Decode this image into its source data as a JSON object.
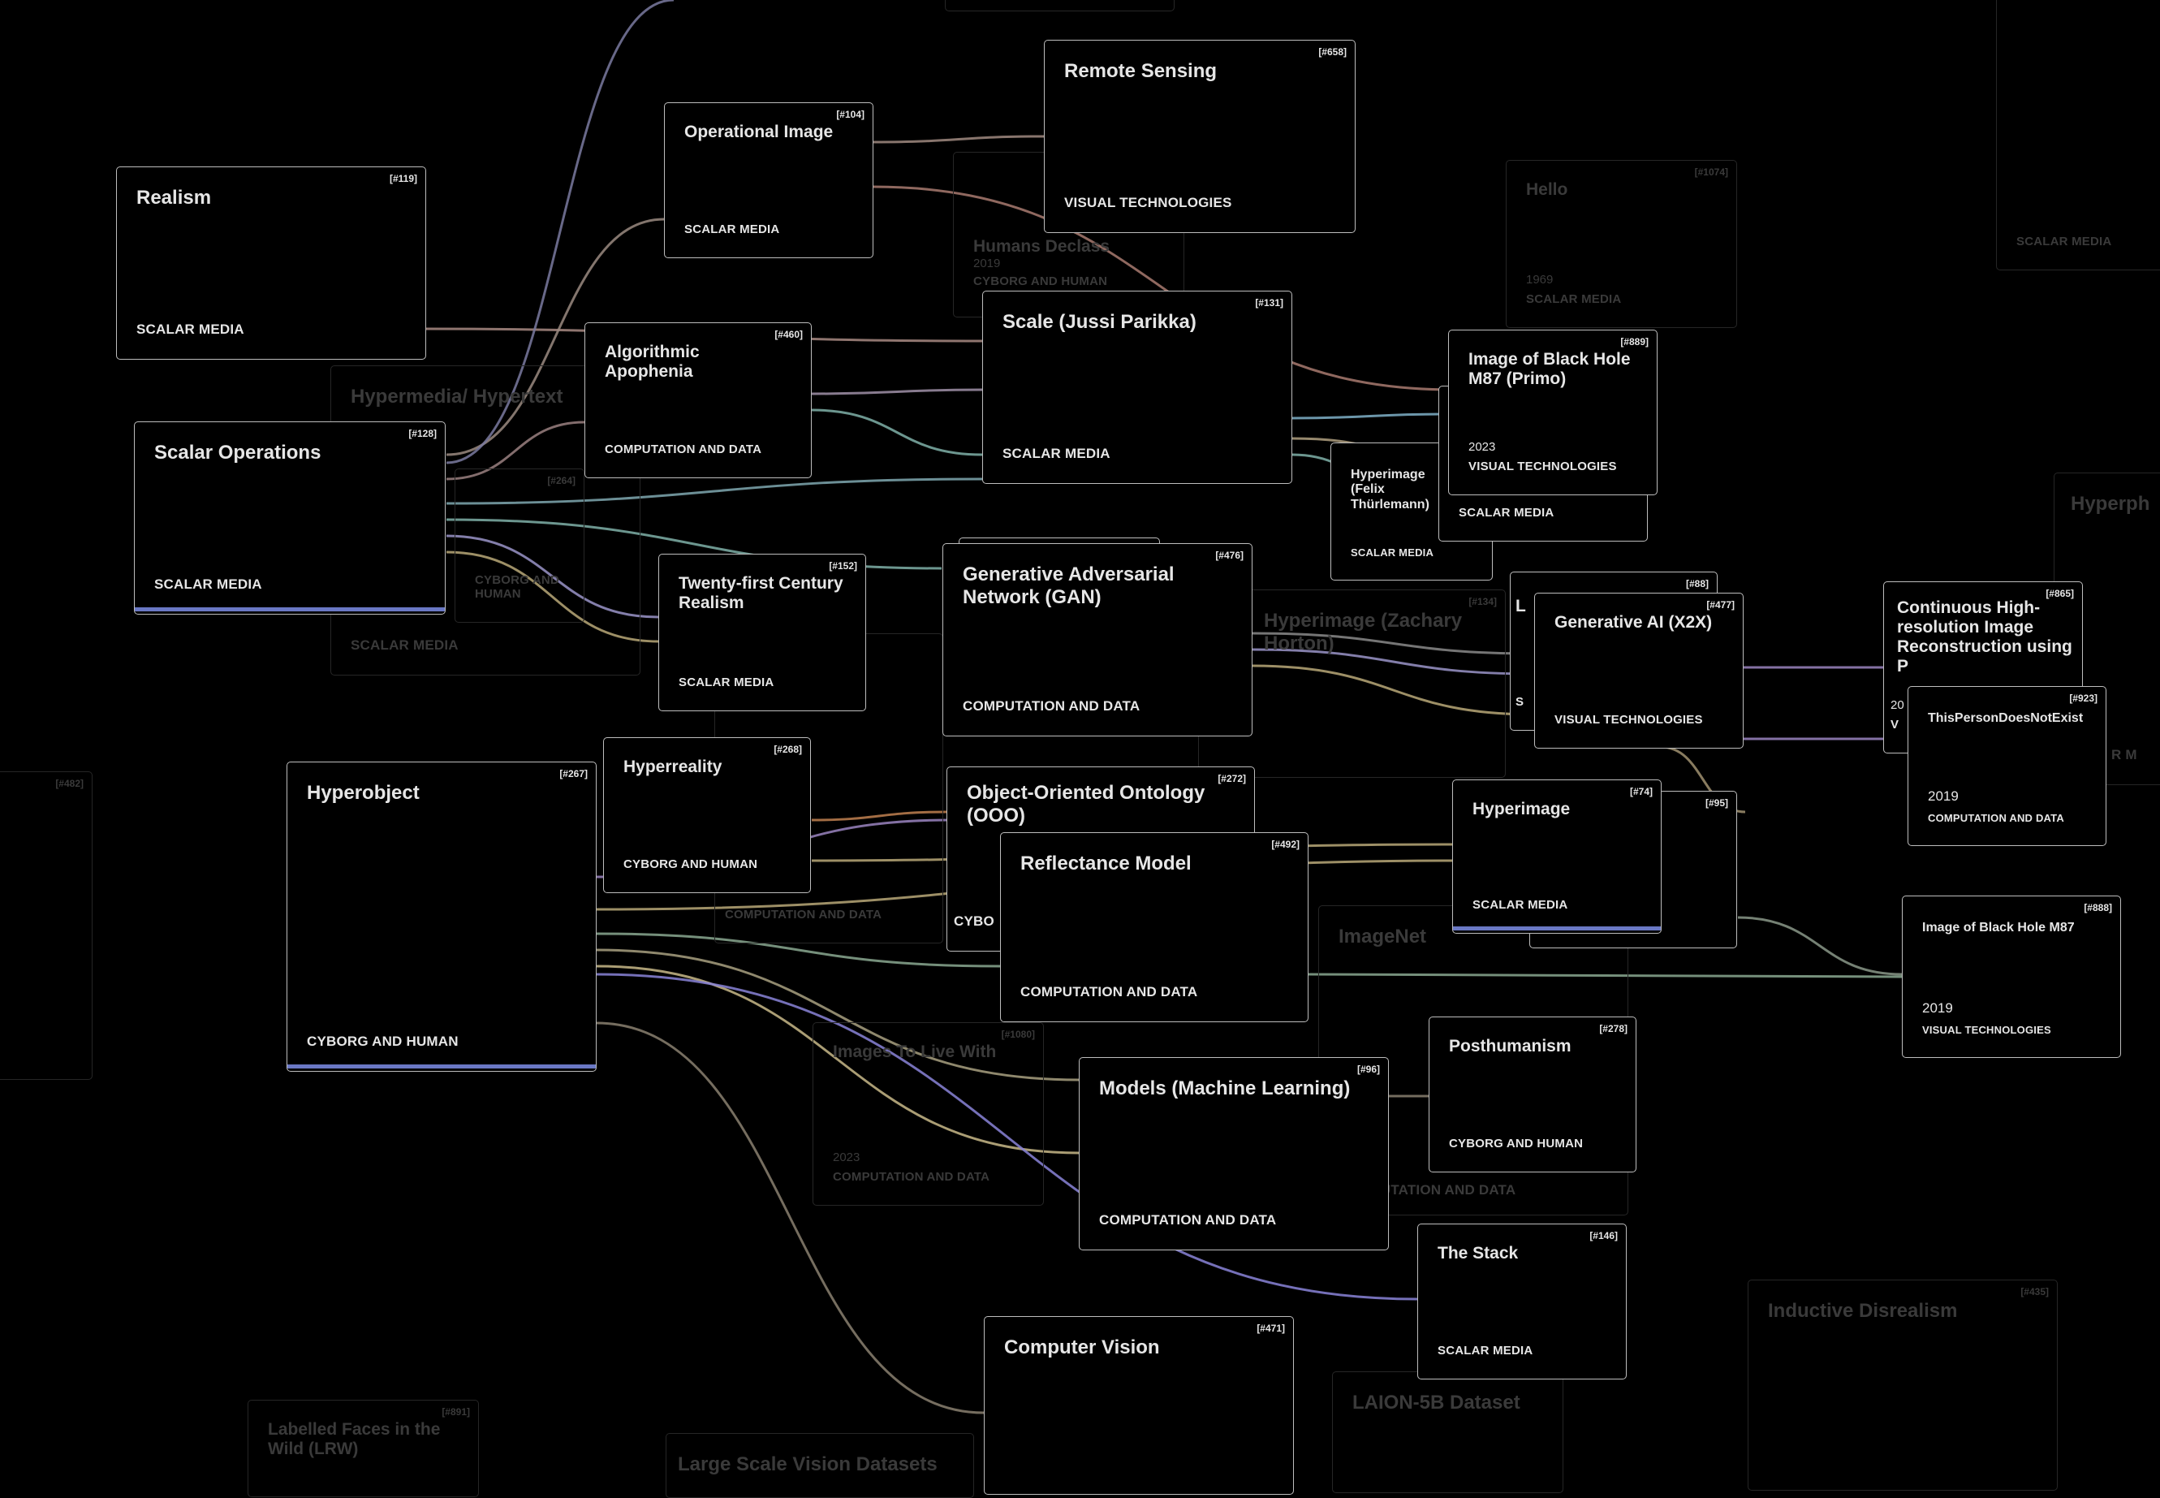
{
  "cards": [
    {
      "id": "",
      "title": "",
      "year": "",
      "category": "",
      "faded": true
    },
    {
      "id": "",
      "title": "Humans Declass",
      "year": "2019",
      "category": "CYBORG AND HUMAN",
      "faded": true
    },
    {
      "id": "[#1074]",
      "title": "Hello",
      "year": "1969",
      "category": "SCALAR MEDIA",
      "faded": true
    },
    {
      "id": "",
      "title": "",
      "year": "",
      "category": "SCALAR MEDIA",
      "faded": true
    },
    {
      "id": "",
      "title": "Hypermedia/ Hypertext",
      "year": "",
      "category": "SCALAR MEDIA",
      "faded": true
    },
    {
      "id": "[#264]",
      "title": "",
      "year": "",
      "category": "CYBORG AND HUMAN",
      "faded": true
    },
    {
      "id": "",
      "title": "Hyperph",
      "year": "",
      "category": "R M",
      "faded": true
    },
    {
      "id": "[#134]",
      "title": "Hyperimage (Zachary Horton)",
      "year": "",
      "category": "",
      "faded": true
    },
    {
      "id": "[#482]",
      "title": "",
      "year": "",
      "category": "",
      "faded": true
    },
    {
      "id": "",
      "title": "",
      "year": "",
      "category": "COMPUTATION AND DATA",
      "faded": true
    },
    {
      "id": "",
      "title": "ImageNet",
      "year": "",
      "category": "COMPUTATION AND DATA",
      "faded": true
    },
    {
      "id": "[#1080]",
      "title": "Images To Live With",
      "year": "2023",
      "category": "COMPUTATION AND DATA",
      "faded": true
    },
    {
      "id": "[#435]",
      "title": "Inductive Disrealism",
      "year": "",
      "category": "",
      "faded": true
    },
    {
      "id": "",
      "title": "LAION-5B Dataset",
      "year": "",
      "category": "",
      "faded": true
    },
    {
      "id": "[#891]",
      "title": "Labelled Faces in the Wild (LRW)",
      "year": "",
      "category": "",
      "faded": true
    },
    {
      "id": "",
      "title": "Large Scale Vision Datasets",
      "year": "",
      "category": "",
      "faded": true
    },
    {
      "id": "[#119]",
      "title": "Realism",
      "year": "",
      "category": "SCALAR MEDIA"
    },
    {
      "id": "[#104]",
      "title": "Operational Image",
      "year": "",
      "category": "SCALAR MEDIA"
    },
    {
      "id": "[#658]",
      "title": "Remote Sensing",
      "year": "",
      "category": "VISUAL TECHNOLOGIES"
    },
    {
      "id": "[#128]",
      "title": "Scalar Operations",
      "year": "",
      "category": "SCALAR MEDIA",
      "selected": true
    },
    {
      "id": "[#460]",
      "title": "Algorithmic Apophenia",
      "year": "",
      "category": "COMPUTATION AND DATA"
    },
    {
      "id": "[#131]",
      "title": "Scale (Jussi Parikka)",
      "year": "",
      "category": "SCALAR MEDIA"
    },
    {
      "id": "",
      "title": "Hyperimage (Felix Thürlemann)",
      "year": "",
      "category": "SCALAR MEDIA"
    },
    {
      "id": "",
      "title": "",
      "year": "",
      "category": "SCALAR MEDIA"
    },
    {
      "id": "[#889]",
      "title": "Image of Black Hole M87 (Primo)",
      "year": "2023",
      "category": "VISUAL TECHNOLOGIES"
    },
    {
      "id": "[#88]",
      "title": "L",
      "year": "",
      "category": "S"
    },
    {
      "id": "[#152]",
      "title": "Twenty-first Century Realism",
      "year": "",
      "category": "SCALAR MEDIA"
    },
    {
      "id": "",
      "title": "",
      "year": "",
      "category": ""
    },
    {
      "id": "[#476]",
      "title": "Generative Adversarial Network (GAN)",
      "year": "",
      "category": "COMPUTATION AND DATA"
    },
    {
      "id": "[#477]",
      "title": "Generative AI (X2X)",
      "year": "",
      "category": "VISUAL TECHNOLOGIES"
    },
    {
      "id": "[#865]",
      "title": "Continuous High-resolution Image Reconstruction using P",
      "year": "20",
      "category": "V"
    },
    {
      "id": "[#923]",
      "title": "ThisPersonDoesNotExist",
      "year": "2019",
      "category": "COMPUTATION AND DATA"
    },
    {
      "id": "[#267]",
      "title": "Hyperobject",
      "year": "",
      "category": "CYBORG AND HUMAN",
      "selected": true
    },
    {
      "id": "[#268]",
      "title": "Hyperreality",
      "year": "",
      "category": "CYBORG AND HUMAN"
    },
    {
      "id": "[#272]",
      "title": "Object-Oriented Ontology (OOO)",
      "year": "",
      "category": "CYBO"
    },
    {
      "id": "[#492]",
      "title": "Reflectance Model",
      "year": "",
      "category": "COMPUTATION AND DATA"
    },
    {
      "id": "[#95]",
      "title": "",
      "year": "",
      "category": ""
    },
    {
      "id": "[#74]",
      "title": "Hyperimage",
      "year": "",
      "category": "SCALAR MEDIA",
      "selected": true
    },
    {
      "id": "[#888]",
      "title": "Image of Black Hole M87",
      "year": "2019",
      "category": "VISUAL TECHNOLOGIES"
    },
    {
      "id": "[#278]",
      "title": "Posthumanism",
      "year": "",
      "category": "CYBORG AND HUMAN"
    },
    {
      "id": "[#96]",
      "title": "Models (Machine Learning)",
      "year": "",
      "category": "COMPUTATION AND DATA"
    },
    {
      "id": "[#146]",
      "title": "The Stack",
      "year": "",
      "category": "SCALAR MEDIA"
    },
    {
      "id": "[#471]",
      "title": "Computer Vision",
      "year": "",
      "category": ""
    }
  ],
  "colors": {
    "selected_bar": "#6a78c4",
    "card_border": "#bdbdbd",
    "faded_border": "#262626"
  }
}
